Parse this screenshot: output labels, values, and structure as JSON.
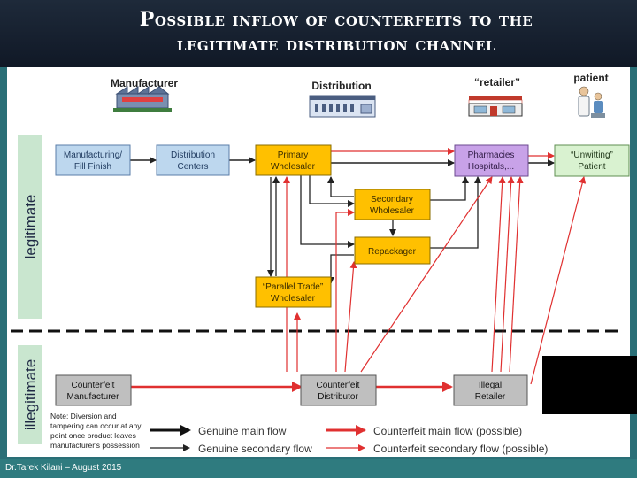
{
  "title": {
    "line1": "Possible inflow of counterfeits to the",
    "line2": "legitimate distribution channel"
  },
  "footer": {
    "credit": "Dr.Tarek Kilani – August 2015"
  },
  "headers": {
    "manufacturer": "Manufacturer",
    "distribution": "Distribution",
    "retailer": "“retailer”",
    "patient": "patient"
  },
  "sides": {
    "legitimate": "legitimate",
    "illegitimate": "illegitimate"
  },
  "nodes": {
    "mff": [
      "Manufacturing/",
      "Fill Finish"
    ],
    "dc": [
      "Distribution",
      "Centers"
    ],
    "pw": [
      "Primary",
      "Wholesaler"
    ],
    "ph": [
      "Pharmacies",
      "Hospitals,..."
    ],
    "up": [
      "“Unwitting”",
      "Patient"
    ],
    "sw": [
      "Secondary",
      "Wholesaler"
    ],
    "rp": [
      "Repackager"
    ],
    "pt": [
      "“Parallel Trade”",
      "Wholesaler"
    ],
    "cm": [
      "Counterfeit",
      "Manufacturer"
    ],
    "cd": [
      "Counterfeit",
      "Distributor"
    ],
    "ir": [
      "Illegal",
      "Retailer"
    ]
  },
  "note": [
    "Note: Diversion and",
    "tampering can occur at any",
    "point once product leaves",
    "manufacturer's possession"
  ],
  "legend": {
    "genuine_main": "Genuine main flow",
    "genuine_secondary": "Genuine secondary flow",
    "counterfeit_main": "Counterfeit main flow (possible)",
    "counterfeit_secondary": "Counterfeit secondary flow (possible)"
  },
  "colors": {
    "legit_blue": "#bdd7ee",
    "wholesale_yellow": "#ffc000",
    "pharmacy_purple": "#c8a2e8",
    "patient_green": "#d9f2d0",
    "counterfeit_gray": "#bfbfbf",
    "flow_red": "#e03030",
    "side_label_bg": "#c9e6cf"
  }
}
